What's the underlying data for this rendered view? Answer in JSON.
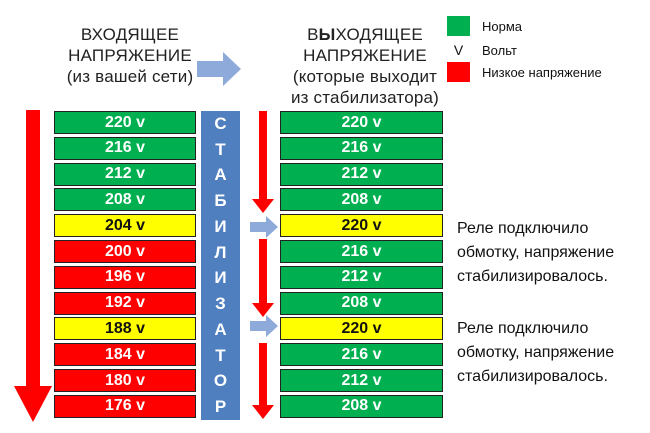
{
  "header": {
    "input": {
      "line1": "ВХОДЯЩЕЕ",
      "line2": "НАПРЯЖЕНИЕ",
      "line3": "(из вашей сети)"
    },
    "output": {
      "line1_prefix": "В",
      "line1_bold": "Ы",
      "line1_rest": "ХОДЯЩЕЕ",
      "line2": "НАПРЯЖЕНИЕ",
      "line3": "(которые выходит",
      "line4": "из стабилизатора)"
    }
  },
  "legend": [
    {
      "symbol": "",
      "color": "#00b050",
      "label": "Норма"
    },
    {
      "symbol": "V",
      "color": "",
      "label": "Вольт"
    },
    {
      "symbol": "",
      "color": "#ff0000",
      "label": "Низкое напряжение"
    }
  ],
  "colors": {
    "green": "#00b050",
    "yellow": "#ffff00",
    "red": "#ff0000",
    "stabilizer": "#4f7fbf",
    "arrow": "#8eaadb",
    "red_arrow": "#ff0000"
  },
  "stabilizer_letters": [
    "С",
    "Т",
    "А",
    "Б",
    "И",
    "Л",
    "И",
    "З",
    "А",
    "Т",
    "О",
    "Р"
  ],
  "input_rows": [
    {
      "label": "220 v",
      "status": "green"
    },
    {
      "label": "216 v",
      "status": "green"
    },
    {
      "label": "212 v",
      "status": "green"
    },
    {
      "label": "208 v",
      "status": "green"
    },
    {
      "label": "204 v",
      "status": "yellow"
    },
    {
      "label": "200 v",
      "status": "red"
    },
    {
      "label": "196 v",
      "status": "red"
    },
    {
      "label": "192 v",
      "status": "red"
    },
    {
      "label": "188 v",
      "status": "yellow"
    },
    {
      "label": "184 v",
      "status": "red"
    },
    {
      "label": "180 v",
      "status": "red"
    },
    {
      "label": "176 v",
      "status": "red"
    }
  ],
  "output_rows": [
    {
      "label": "220 v",
      "status": "green"
    },
    {
      "label": "216 v",
      "status": "green"
    },
    {
      "label": "212 v",
      "status": "green"
    },
    {
      "label": "208 v",
      "status": "green"
    },
    {
      "label": "220 v",
      "status": "yellow"
    },
    {
      "label": "216 v",
      "status": "green"
    },
    {
      "label": "212 v",
      "status": "green"
    },
    {
      "label": "208 v",
      "status": "green"
    },
    {
      "label": "220 v",
      "status": "yellow"
    },
    {
      "label": "216 v",
      "status": "green"
    },
    {
      "label": "212 v",
      "status": "green"
    },
    {
      "label": "208 v",
      "status": "green"
    }
  ],
  "notes": [
    {
      "line1": "Реле подключило",
      "line2": "обмотку, напряжение",
      "line3": "стабилизировалось."
    },
    {
      "line1": "Реле подключило",
      "line2": "обмотку, напряжение",
      "line3": "стабилизировалось."
    }
  ]
}
